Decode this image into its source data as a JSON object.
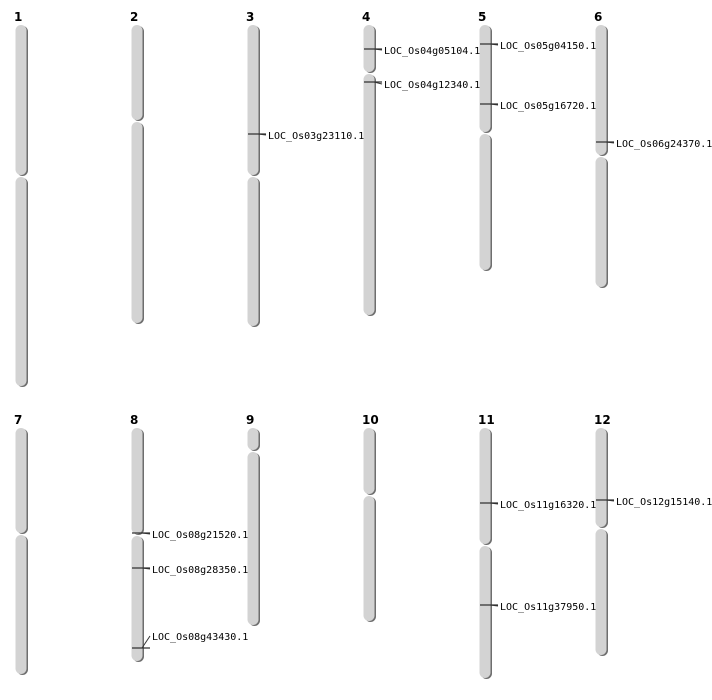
{
  "title": "Chromosome map",
  "colors": {
    "chromosome": "#d3d3d3",
    "shadow": "#6e6e6e",
    "marker": "#333333"
  },
  "chromosomes": [
    {
      "name": "1",
      "genes": []
    },
    {
      "name": "2",
      "genes": []
    },
    {
      "name": "3",
      "genes": [
        "LOC_Os03g23110.1"
      ]
    },
    {
      "name": "4",
      "genes": [
        "LOC_Os04g05104.1",
        "LOC_Os04g12340.1"
      ]
    },
    {
      "name": "5",
      "genes": [
        "LOC_Os05g04150.1",
        "LOC_Os05g16720.1"
      ]
    },
    {
      "name": "6",
      "genes": [
        "LOC_Os06g24370.1"
      ]
    },
    {
      "name": "7",
      "genes": []
    },
    {
      "name": "8",
      "genes": [
        "LOC_Os08g21520.1",
        "LOC_Os08g28350.1",
        "LOC_Os08g43430.1"
      ]
    },
    {
      "name": "9",
      "genes": []
    },
    {
      "name": "10",
      "genes": []
    },
    {
      "name": "11",
      "genes": [
        "LOC_Os11g16320.1",
        "LOC_Os11g37950.1"
      ]
    },
    {
      "name": "12",
      "genes": [
        "LOC_Os12g15140.1"
      ]
    }
  ]
}
